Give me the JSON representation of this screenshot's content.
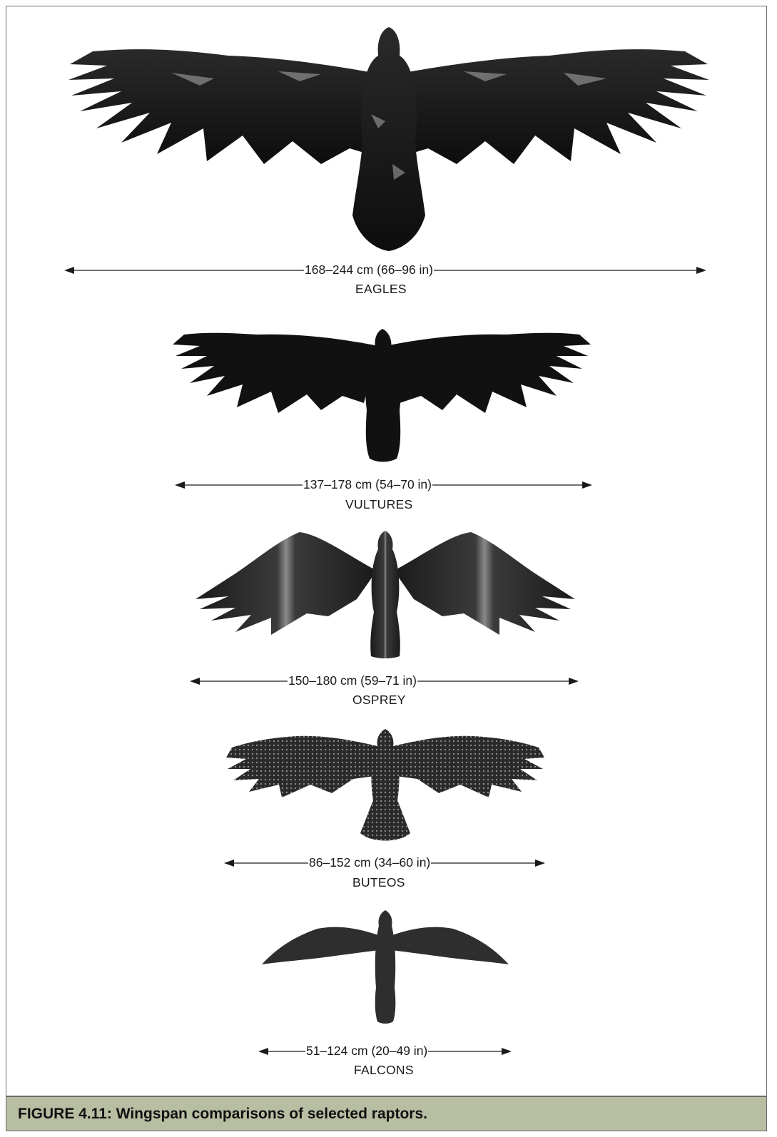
{
  "figure": {
    "caption": "FIGURE 4.11: Wingspan comparisons of selected raptors.",
    "colors": {
      "caption_bar": "#b7bea2",
      "border": "#6b6b6b",
      "silhouette": "#151515"
    }
  },
  "raptors": [
    {
      "name": "EAGLES",
      "wingspan": "168–244 cm (66–96 in)",
      "icon": "eagle-silhouette-icon"
    },
    {
      "name": "VULTURES",
      "wingspan": "137–178 cm (54–70 in)",
      "icon": "vulture-silhouette-icon"
    },
    {
      "name": "OSPREY",
      "wingspan": "150–180 cm (59–71 in)",
      "icon": "osprey-silhouette-icon"
    },
    {
      "name": "BUTEOS",
      "wingspan": "86–152 cm (34–60 in)",
      "icon": "buteo-silhouette-icon"
    },
    {
      "name": "FALCONS",
      "wingspan": "51–124 cm (20–49 in)",
      "icon": "falcon-silhouette-icon"
    }
  ]
}
